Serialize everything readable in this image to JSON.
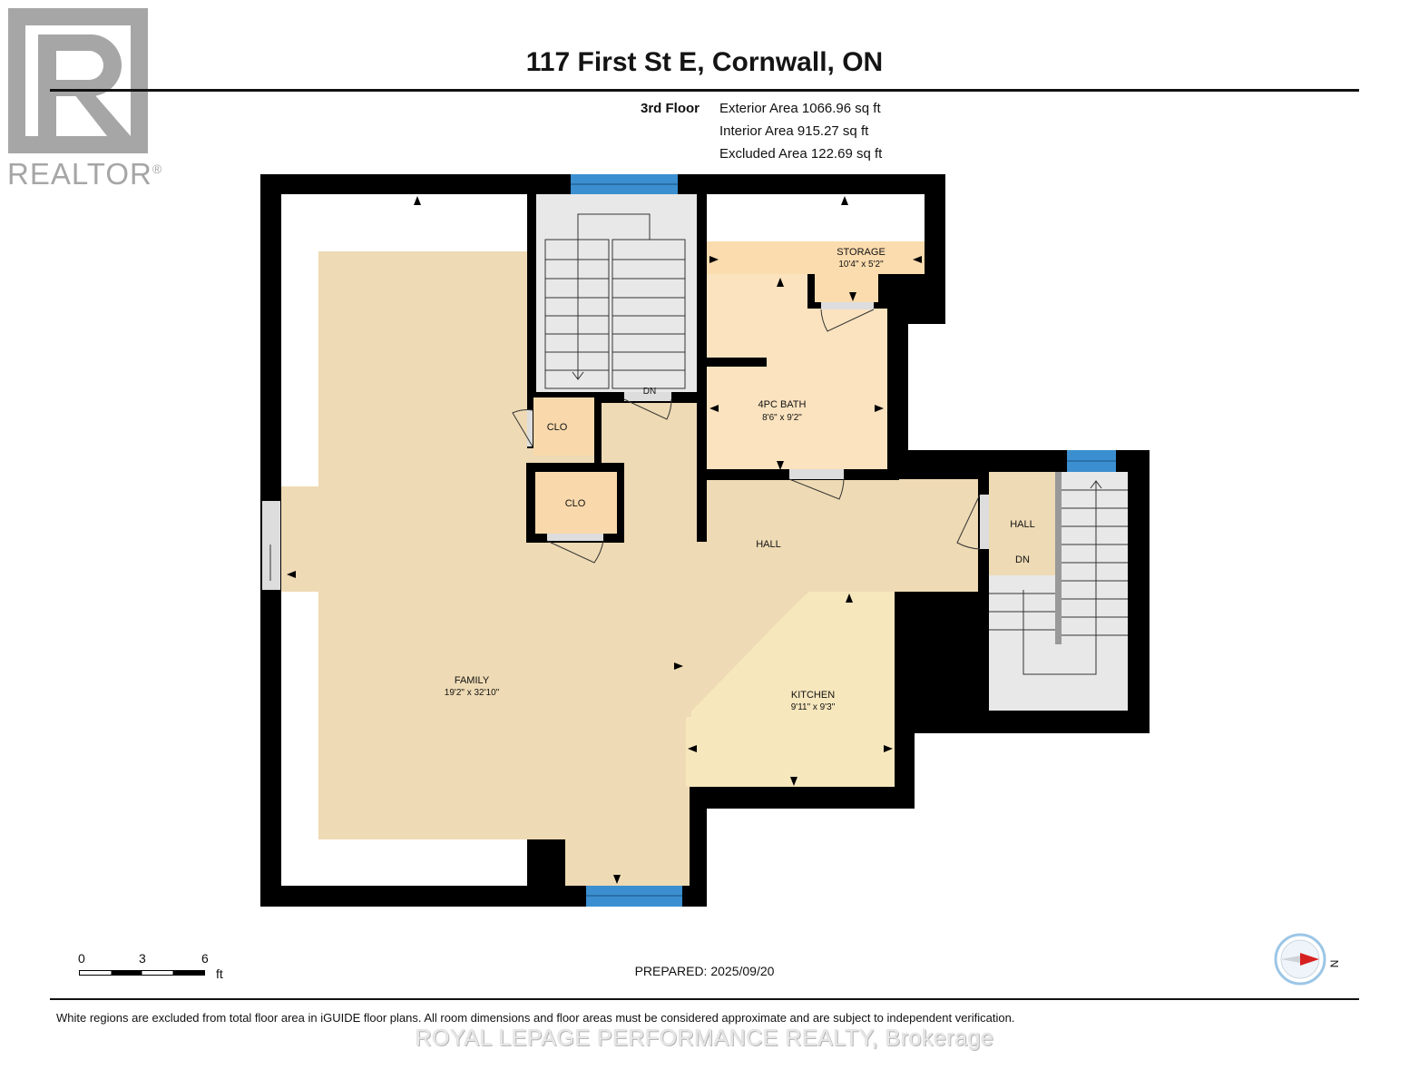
{
  "logo": {
    "name": "REALTOR",
    "mark": "®",
    "icon": "realtor-r-logo"
  },
  "title": "117 First St E, Cornwall, ON",
  "floor": {
    "name": "3rd Floor",
    "areas": [
      {
        "label": "Exterior Area",
        "value": "1066.96 sq ft"
      },
      {
        "label": "Interior Area",
        "value": "915.27 sq ft"
      },
      {
        "label": "Excluded Area",
        "value": "122.69 sq ft"
      }
    ]
  },
  "rooms": {
    "storage": {
      "name": "STORAGE",
      "dims": "10'4\" x 5'2\""
    },
    "bath": {
      "name": "4PC BATH",
      "dims": "8'6\" x 9'2\""
    },
    "clo1": {
      "name": "CLO"
    },
    "clo2": {
      "name": "CLO"
    },
    "hall": {
      "name": "HALL"
    },
    "hall2": {
      "name": "HALL"
    },
    "family": {
      "name": "FAMILY",
      "dims": "19'2\" x 32'10\""
    },
    "kitchen": {
      "name": "KITCHEN",
      "dims": "9'11\" x 9'3\""
    },
    "stairs1_dn": "DN",
    "stairs2_dn": "DN"
  },
  "scale": {
    "ticks": [
      "0",
      "3",
      "6"
    ],
    "unit": "ft"
  },
  "compass": {
    "label": "N",
    "icon": "compass-icon"
  },
  "prepared": "PREPARED: 2025/09/20",
  "disclaimer": "White regions are excluded from total floor area in iGUIDE floor plans. All room dimensions and floor areas must be considered approximate and are subject to independent verification.",
  "watermark": "ROYAL LEPAGE PERFORMANCE REALTY, Brokerage",
  "colors": {
    "wall": "#000000",
    "family": "#eedab4",
    "kitchen": "#f7e7bd",
    "bath": "#fbe3bf",
    "closet": "#f9d9ab",
    "stairs": "#e8e8e8",
    "window": "#3b8fd0",
    "logo_gray": "#a6a6a6"
  }
}
